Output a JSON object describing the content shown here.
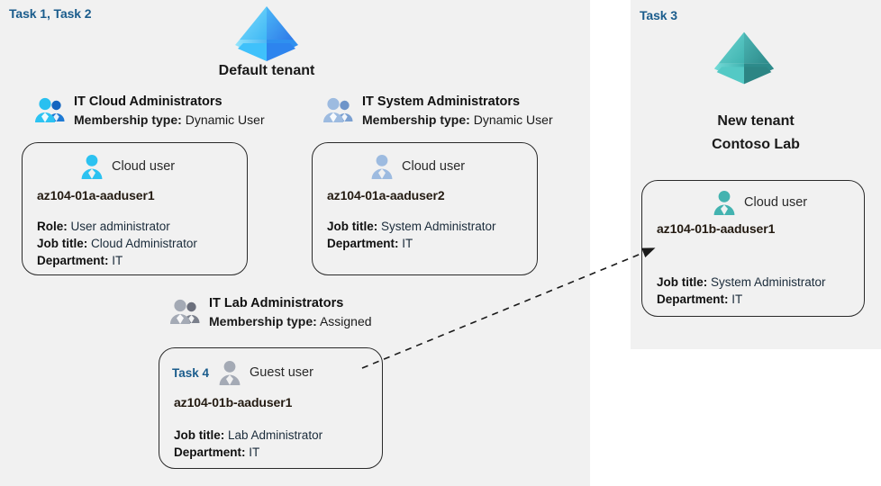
{
  "panels": {
    "left": {
      "task_label": "Task 1, Task 2"
    },
    "right": {
      "task_label": "Task 3"
    }
  },
  "tenants": [
    {
      "id": "default-tenant",
      "icon": "azure-ad-tenant-icon",
      "caption_line1": "Default tenant",
      "caption_line2": "",
      "color": "#32a2ef"
    },
    {
      "id": "new-tenant",
      "icon": "azure-ad-tenant-icon",
      "caption_line1": "New  tenant",
      "caption_line2": "Contoso Lab",
      "color": "#45b8b8"
    }
  ],
  "groups": [
    {
      "id": "it-cloud-administrators",
      "name": "IT Cloud Administrators",
      "membership_label": "Membership type:",
      "membership_value": "Dynamic User",
      "icon": "group-users-icon",
      "icon_tone": "vivid-blue"
    },
    {
      "id": "it-system-administrators",
      "name": "IT System Administrators",
      "membership_label": "Membership type:",
      "membership_value": "Dynamic User",
      "icon": "group-users-icon",
      "icon_tone": "muted-blue"
    },
    {
      "id": "it-lab-administrators",
      "name": "IT Lab Administrators",
      "membership_label": "Membership type:",
      "membership_value": "Assigned",
      "icon": "group-users-icon",
      "icon_tone": "grey"
    }
  ],
  "cards": [
    {
      "id": "az104-01a-aaduser1",
      "task": "",
      "user_kind": "Cloud user",
      "icon": "cloud-user-icon",
      "icon_tone": "vivid-blue",
      "username": "az104-01a-aaduser1",
      "props": [
        {
          "label": "Role:",
          "value": "User administrator"
        },
        {
          "label": "Job title:",
          "value": "Cloud Administrator"
        },
        {
          "label": "Department:",
          "value": "IT"
        }
      ]
    },
    {
      "id": "az104-01a-aaduser2",
      "task": "",
      "user_kind": "Cloud user",
      "icon": "cloud-user-icon",
      "icon_tone": "muted-blue",
      "username": "az104-01a-aaduser2",
      "props": [
        {
          "label": "Job title:",
          "value": "System Administrator"
        },
        {
          "label": "Department:",
          "value": "IT"
        }
      ]
    },
    {
      "id": "az104-01b-aaduser1-guest",
      "task": "Task 4",
      "user_kind": "Guest user",
      "icon": "guest-user-icon",
      "icon_tone": "grey",
      "username": "az104-01b-aaduser1",
      "props": [
        {
          "label": "Job title:",
          "value": "Lab Administrator"
        },
        {
          "label": "Department:",
          "value": "IT"
        }
      ]
    },
    {
      "id": "az104-01b-aaduser1-cloud",
      "task": "",
      "user_kind": "Cloud user",
      "icon": "cloud-user-icon",
      "icon_tone": "teal",
      "username": "az104-01b-aaduser1",
      "props": [
        {
          "label": "Job title:",
          "value": "System Administrator"
        },
        {
          "label": "Department:",
          "value": "IT"
        }
      ]
    }
  ],
  "connector": {
    "id": "guest-invite-arrow",
    "style": "dashed-arrow",
    "from": "az104-01b-aaduser1-guest",
    "to": "az104-01b-aaduser1-cloud",
    "color": "#1a1a1a"
  },
  "colors": {
    "panel_background": "#f1f1f1",
    "page_background": "#ffffff",
    "task_label": "#1a5c8c",
    "card_border": "#2a2a2a",
    "heading_text": "#111111",
    "value_text": "#1a2b3a",
    "accent_blue": "#32a2ef",
    "accent_teal": "#45b8b8",
    "accent_grey": "#9aa0ab"
  }
}
